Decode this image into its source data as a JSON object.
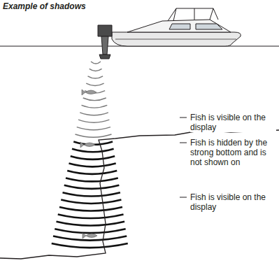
{
  "diagram": {
    "title": "Example of shadows",
    "labels": [
      "Fish is visible on the display",
      "Fish is hidden by the strong bottom and is not shown on",
      "Fish is visible on the display"
    ]
  }
}
